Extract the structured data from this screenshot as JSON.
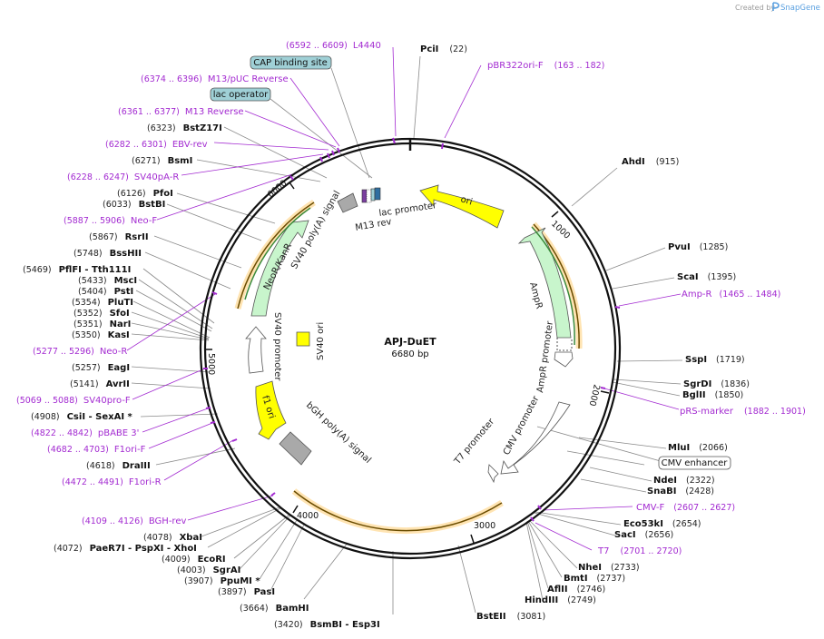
{
  "app": {
    "credit": "Created by",
    "brand": "SnapGene",
    "brand_color": "#5aa0e0"
  },
  "plasmid": {
    "name": "APJ-DuET",
    "size_label": "6680 bp",
    "length": 6680
  },
  "ticks": [
    "1000",
    "2000",
    "3000",
    "4000",
    "5000",
    "6000"
  ],
  "colors": {
    "ori": "#ffff00",
    "marker": "#c8f5cc",
    "promoter": "#ffffff",
    "terminator": "#a9a9a9",
    "primer": "#a32bd1",
    "protein_site": "#9fd0d6",
    "cds_glow": "#ffd27f"
  },
  "enzymes": [
    {
      "name": "PciI",
      "pos": "(22)"
    },
    {
      "name": "AhdI",
      "pos": "(915)"
    },
    {
      "name": "PvuI",
      "pos": "(1285)"
    },
    {
      "name": "ScaI",
      "pos": "(1395)"
    },
    {
      "name": "SspI",
      "pos": "(1719)"
    },
    {
      "name": "SgrDI",
      "pos": "(1836)"
    },
    {
      "name": "BglII",
      "pos": "(1850)"
    },
    {
      "name": "MluI",
      "pos": "(2066)"
    },
    {
      "name": "NdeI",
      "pos": "(2322)"
    },
    {
      "name": "SnaBI",
      "pos": "(2428)"
    },
    {
      "name": "Eco53kI",
      "pos": "(2654)"
    },
    {
      "name": "SacI",
      "pos": "(2656)"
    },
    {
      "name": "NheI",
      "pos": "(2733)"
    },
    {
      "name": "BmtI",
      "pos": "(2737)"
    },
    {
      "name": "AflII",
      "pos": "(2746)"
    },
    {
      "name": "HindIII",
      "pos": "(2749)"
    },
    {
      "name": "BstEII",
      "pos": "(3081)"
    },
    {
      "name": "BsmBI - Esp3I",
      "pos": "(3420)"
    },
    {
      "name": "BamHI",
      "pos": "(3664)"
    },
    {
      "name": "PasI",
      "pos": "(3897)"
    },
    {
      "name": "PpuMI *",
      "pos": "(3907)"
    },
    {
      "name": "SgrAI",
      "pos": "(4003)"
    },
    {
      "name": "EcoRI",
      "pos": "(4009)"
    },
    {
      "name": "PaeR7I - PspXI - XhoI",
      "pos": "(4072)"
    },
    {
      "name": "XbaI",
      "pos": "(4078)"
    },
    {
      "name": "DraIII",
      "pos": "(4618)"
    },
    {
      "name": "CsiI - SexAI *",
      "pos": "(4908)"
    },
    {
      "name": "AvrII",
      "pos": "(5141)"
    },
    {
      "name": "EagI",
      "pos": "(5257)"
    },
    {
      "name": "KasI",
      "pos": "(5350)"
    },
    {
      "name": "NarI",
      "pos": "(5351)"
    },
    {
      "name": "SfoI",
      "pos": "(5352)"
    },
    {
      "name": "PluTI",
      "pos": "(5354)"
    },
    {
      "name": "PstI",
      "pos": "(5404)"
    },
    {
      "name": "MscI",
      "pos": "(5433)"
    },
    {
      "name": "PflFI - Tth111I",
      "pos": "(5469)"
    },
    {
      "name": "BssHII",
      "pos": "(5748)"
    },
    {
      "name": "RsrII",
      "pos": "(5867)"
    },
    {
      "name": "BstBI",
      "pos": "(6033)"
    },
    {
      "name": "PfoI",
      "pos": "(6126)"
    },
    {
      "name": "BsmI",
      "pos": "(6271)"
    },
    {
      "name": "BstZ17I",
      "pos": "(6323)"
    }
  ],
  "primers": [
    {
      "name": "L4440",
      "pos": "(6592 .. 6609)"
    },
    {
      "name": "pBR322ori-F",
      "pos": "(163 .. 182)"
    },
    {
      "name": "M13/pUC Reverse",
      "pos": "(6374 .. 6396)"
    },
    {
      "name": "M13 Reverse",
      "pos": "(6361 .. 6377)"
    },
    {
      "name": "EBV-rev",
      "pos": "(6282 .. 6301)"
    },
    {
      "name": "SV40pA-R",
      "pos": "(6228 .. 6247)"
    },
    {
      "name": "Neo-F",
      "pos": "(5887 .. 5906)"
    },
    {
      "name": "Neo-R",
      "pos": "(5277 .. 5296)"
    },
    {
      "name": "SV40pro-F",
      "pos": "(5069 .. 5088)"
    },
    {
      "name": "pBABE 3'",
      "pos": "(4822 .. 4842)"
    },
    {
      "name": "F1ori-F",
      "pos": "(4682 .. 4703)"
    },
    {
      "name": "F1ori-R",
      "pos": "(4472 .. 4491)"
    },
    {
      "name": "BGH-rev",
      "pos": "(4109 .. 4126)"
    },
    {
      "name": "Amp-R",
      "pos": "(1465 .. 1484)"
    },
    {
      "name": "pRS-marker",
      "pos": "(1882 .. 1901)"
    },
    {
      "name": "CMV-F",
      "pos": "(2607 .. 2627)"
    },
    {
      "name": "T7",
      "pos": "(2701 .. 2720)"
    }
  ],
  "boxed_features": [
    "CAP binding site",
    "lac operator",
    "CMV enhancer"
  ],
  "features": [
    "ori",
    "AmpR",
    "AmpR promoter",
    "CMV promoter",
    "T7 promoter",
    "bGH poly(A) signal",
    "f1 ori",
    "SV40 promoter",
    "SV40 ori",
    "NeoR/KanR",
    "SV40 poly(A) signal",
    "lac promoter",
    "M13 rev"
  ]
}
